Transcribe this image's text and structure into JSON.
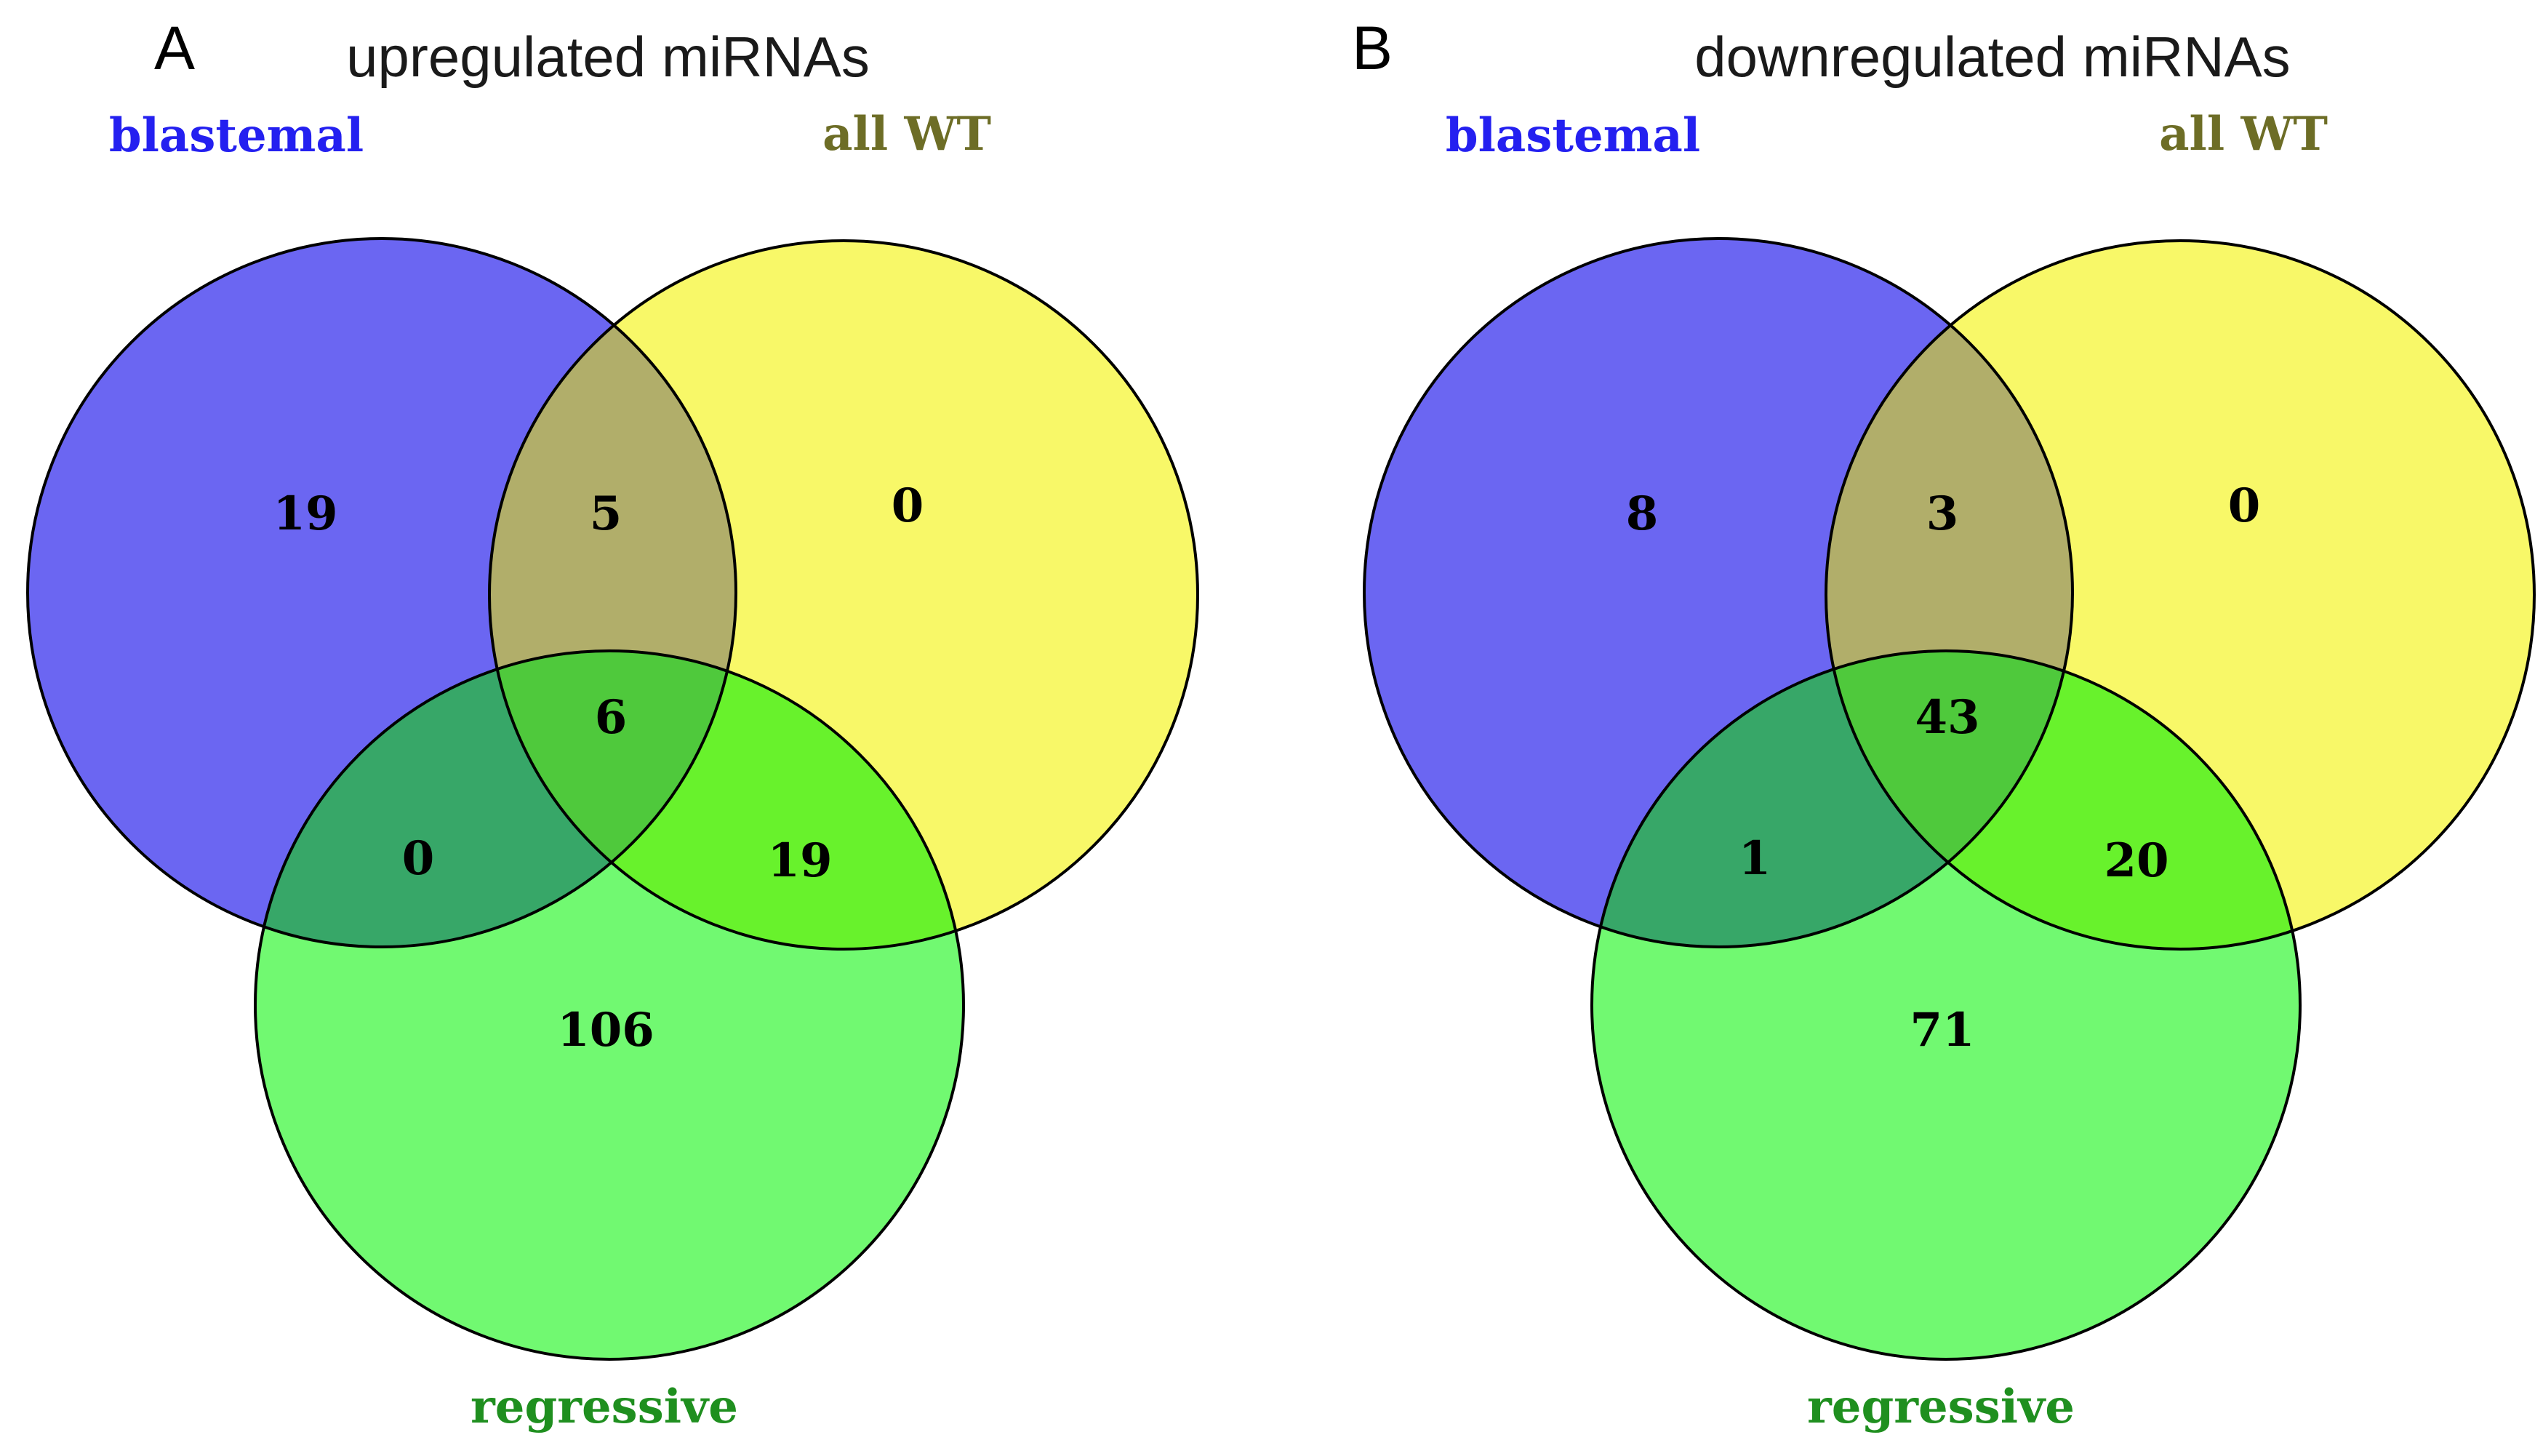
{
  "figure": {
    "description": "Two three-set Venn diagrams comparing miRNA sets (blastemal, all WT, regressive)"
  },
  "panels": [
    {
      "letter": "A",
      "title": "upregulated miRNAs",
      "set_labels": {
        "blastemal": "blastemal",
        "all_wt": "all WT",
        "regressive": "regressive"
      },
      "counts": {
        "blastemal_only": "19",
        "blastemal_and_allwt": "5",
        "allwt_only": "0",
        "all_three": "6",
        "blastemal_and_regressive": "0",
        "allwt_and_regressive": "19",
        "regressive_only": "106"
      }
    },
    {
      "letter": "B",
      "title": "downregulated miRNAs",
      "set_labels": {
        "blastemal": "blastemal",
        "all_wt": "all WT",
        "regressive": "regressive"
      },
      "counts": {
        "blastemal_only": "8",
        "blastemal_and_allwt": "3",
        "allwt_only": "0",
        "all_three": "43",
        "blastemal_and_regressive": "1",
        "allwt_and_regressive": "20",
        "regressive_only": "71"
      }
    }
  ],
  "chart_data": {
    "type": "venn",
    "sets": [
      "blastemal",
      "all WT",
      "regressive"
    ],
    "panels": [
      {
        "title": "upregulated miRNAs",
        "values": {
          "blastemal": 19,
          "blastemal&allWT": 5,
          "allWT": 0,
          "blastemal&allWT&regressive": 6,
          "blastemal&regressive": 0,
          "allWT&regressive": 19,
          "regressive": 106
        }
      },
      {
        "title": "downregulated miRNAs",
        "values": {
          "blastemal": 8,
          "blastemal&allWT": 3,
          "allWT": 0,
          "blastemal&allWT&regressive": 43,
          "blastemal&regressive": 1,
          "allWT&regressive": 20,
          "regressive": 71
        }
      }
    ]
  },
  "colors": {
    "blue_fill": "#6b66f2",
    "yellow_fill": "#f8f868",
    "green_fill": "#71f971",
    "blue_yellow_fill": "#b1ae6a",
    "blue_green_fill": "#37a768",
    "yellow_green_fill": "#68f22c",
    "center_fill": "#4fc93c",
    "blastemal_label": "#2420f0",
    "allwt_label": "#6d6d26",
    "regressive_label": "#1f8f1f",
    "outline": "#000000"
  }
}
